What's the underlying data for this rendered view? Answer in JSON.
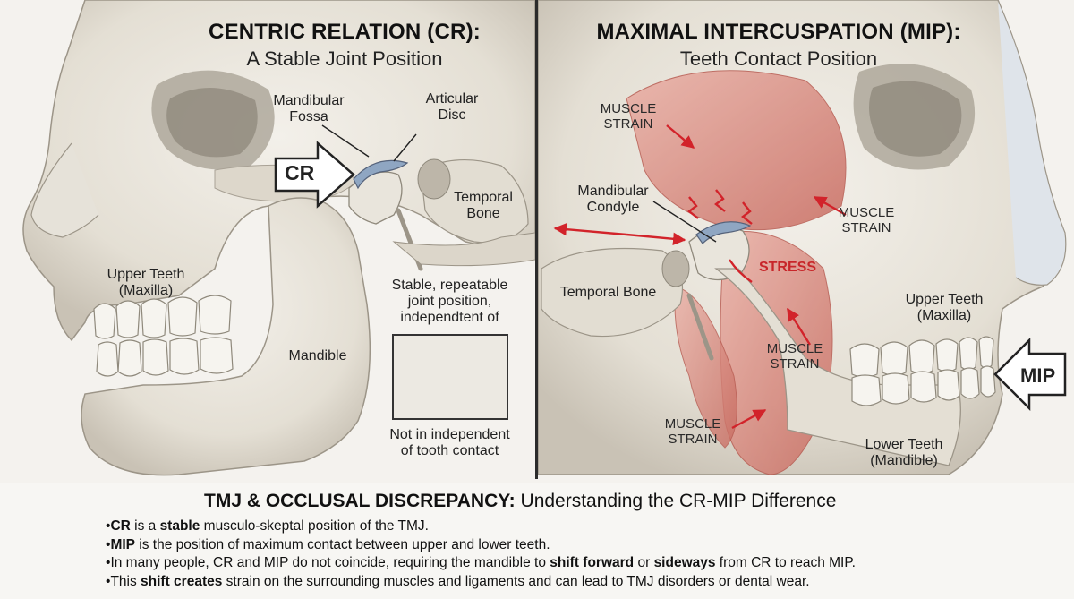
{
  "left_panel": {
    "title": "CENTRIC RELATION (CR):",
    "subtitle": "A Stable Joint Position",
    "cr_tag": "CR",
    "labels": {
      "mandibular_fossa": [
        "Mandibular",
        "Fossa"
      ],
      "articular_disc": [
        "Articular",
        "Disc"
      ],
      "temporal_bone": [
        "Temporal",
        "Bone"
      ],
      "upper_teeth": [
        "Upper Teeth",
        "(Maxilla)"
      ],
      "mandible": "Mandible",
      "stable_note": [
        "Stable, repeatable",
        "joint position,",
        "independtent of"
      ],
      "not_note": [
        "Not in independent",
        "of tooth contact"
      ]
    }
  },
  "right_panel": {
    "title": "MAXIMAL INTERCUSPATION (MIP):",
    "subtitle": "Teeth Contact Position",
    "mip_tag": "MIP",
    "labels": {
      "muscle_strain_1": [
        "MUSCLE",
        "STRAIN"
      ],
      "muscle_strain_2": [
        "MUSCLE",
        "STRAIN"
      ],
      "muscle_strain_3": [
        "MUSCLE",
        "STRAIN"
      ],
      "muscle_strain_4": [
        "MUSCLE",
        "STRAIN"
      ],
      "mandibular_condyle": [
        "Mandibular",
        "Condyle"
      ],
      "stress": "STRESS",
      "temporal_bone": "Temporal Bone",
      "upper_teeth": [
        "Upper Teeth",
        "(Maxilla)"
      ],
      "lower_teeth": [
        "Lower Teeth",
        "(Mandible)"
      ]
    }
  },
  "bottom": {
    "title_bold": "TMJ & OCCLUSAL DISCREPANCY:",
    "title_rest": " Understanding the CR-MIP Difference",
    "bullets": [
      {
        "bold": "CR",
        "pre": "",
        "mid": " is a ",
        "bold2": "stable",
        "rest": " musculo-skeptal position of the TMJ."
      },
      {
        "bold": "MIP",
        "pre": "",
        "mid": " is the position of maximum contact between upper and lower teeth.",
        "bold2": "",
        "rest": ""
      },
      {
        "bold": "",
        "pre": "In many people, CR and MIP do not coincide, requiring the mandible to ",
        "mid": "",
        "bold2": "shift forward",
        "rest": " or ",
        "bold3": "sideways",
        "rest2": " from CR to reach MIP."
      },
      {
        "bold": "",
        "pre": "This ",
        "mid": "",
        "bold2": "shift creates",
        "rest": " strain on the surrounding muscles and ligaments and can lead to TMJ disorders or dental wear."
      }
    ]
  },
  "colors": {
    "bone": "#e9e5dc",
    "bone_shadow": "#b9b3a7",
    "muscle": "#d98b80",
    "muscle_dark": "#b75a50",
    "arrow_red": "#d2232a",
    "disc_blue": "#8fa6c2",
    "outline": "#2b2b2b"
  }
}
